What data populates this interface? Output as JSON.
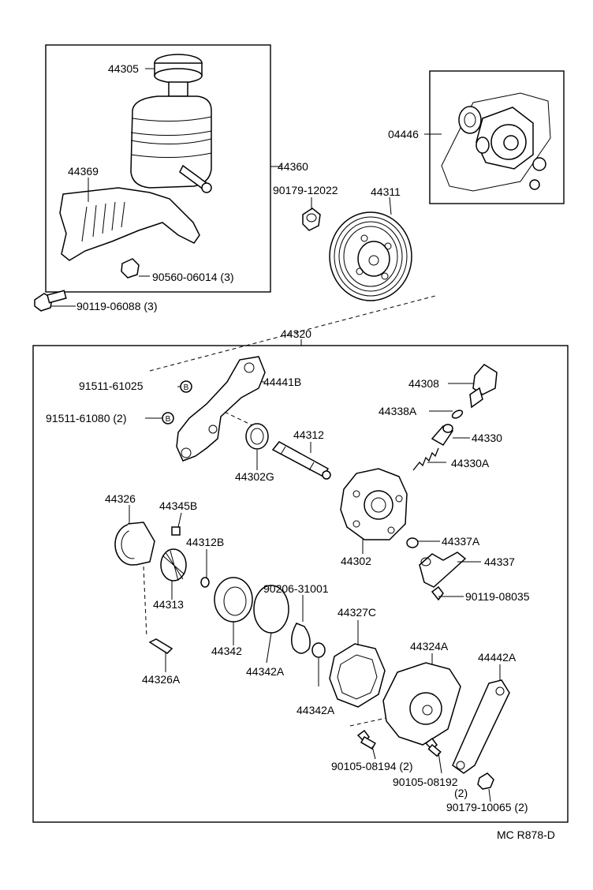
{
  "parts": {
    "p44305": "44305",
    "p44369": "44369",
    "p44360": "44360",
    "p90560": "90560-06014 (3)",
    "p90119a": "90119-06088 (3)",
    "p04446": "04446",
    "p90179a": "90179-12022",
    "p44311": "44311",
    "p44320": "44320",
    "p91511a": "91511-61025",
    "p44441B": "44441B",
    "p91511b": "91511-61080 (2)",
    "p44308": "44308",
    "p44338A": "44338A",
    "p44330": "44330",
    "p44330A": "44330A",
    "p44312": "44312",
    "p44302G": "44302G",
    "p44326": "44326",
    "p44345B": "44345B",
    "p44312B": "44312B",
    "p44313": "44313",
    "p44302": "44302",
    "p44337A": "44337A",
    "p44337": "44337",
    "p90206": "90206-31001",
    "p90119b": "90119-08035",
    "p44327C": "44327C",
    "p44324A": "44324A",
    "p44442A": "44442A",
    "p44342": "44342",
    "p44342A_1": "44342A",
    "p44342A_2": "44342A",
    "p44326A": "44326A",
    "p90105a": "90105-08194 (2)",
    "p90105b": "90105-08192",
    "p90105b_qty": "(2)",
    "p90179b": "90179-10065 (2)"
  },
  "callout_symbol": "B",
  "footer": {
    "code": "MC  R878-D"
  }
}
